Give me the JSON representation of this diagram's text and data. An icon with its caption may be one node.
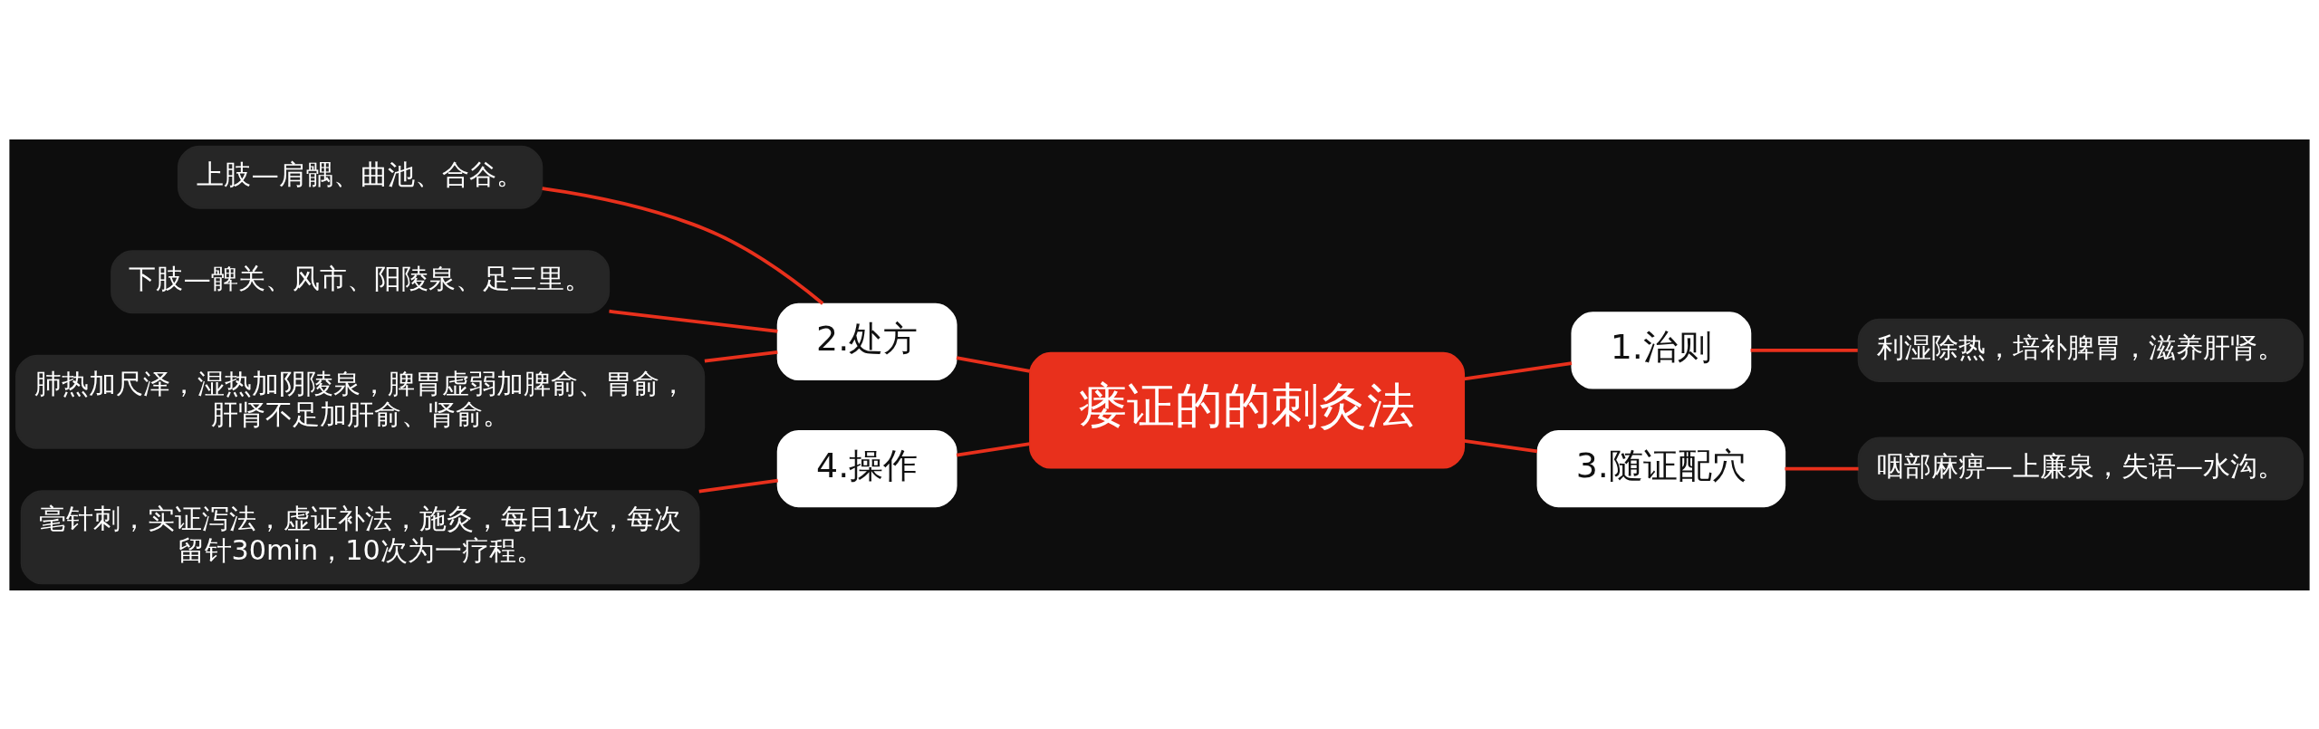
{
  "diagram": {
    "nodes": [
      {
        "text": [
          "瘘证的的刺灸法"
        ]
      },
      {
        "text": [
          "1.治则"
        ]
      },
      {
        "text": [
          "利湿除热，培补脾胃，滋养肝肾。"
        ]
      },
      {
        "text": [
          "2.处方"
        ]
      },
      {
        "text": [
          "上肢—肩髃、曲池、合谷。"
        ]
      },
      {
        "text": [
          "下肢—髀关、风市、阳陵泉、足三里。"
        ]
      },
      {
        "text": [
          "肺热加尺泽，湿热加阴陵泉，脾胃虚弱加脾俞、胃俞，肝肾不足加肝俞、肾俞。"
        ]
      },
      {
        "text": [
          "3.随证配穴"
        ]
      },
      {
        "text": [
          "咽部麻痹—上廉泉，失语—水沟。"
        ]
      },
      {
        "text": [
          "4.操作"
        ]
      },
      {
        "text": [
          "毫针刺，实证泻法，虚证补法，施灸，每日1次，每次留针30min，10次为一疗程。"
        ]
      }
    ],
    "edges": [
      {
        "from": 0,
        "to": 1,
        "arrow": "none"
      },
      {
        "from": 1,
        "to": 2,
        "arrow": "none"
      },
      {
        "from": 0,
        "to": 3,
        "arrow": "none"
      },
      {
        "from": 3,
        "to": 4,
        "arrow": "none"
      },
      {
        "from": 3,
        "to": 5,
        "arrow": "none"
      },
      {
        "from": 3,
        "to": 6,
        "arrow": "none"
      },
      {
        "from": 0,
        "to": 7,
        "arrow": "none"
      },
      {
        "from": 7,
        "to": 8,
        "arrow": "none"
      },
      {
        "from": 0,
        "to": 9,
        "arrow": "none"
      },
      {
        "from": 9,
        "to": 10,
        "arrow": "none"
      }
    ]
  }
}
